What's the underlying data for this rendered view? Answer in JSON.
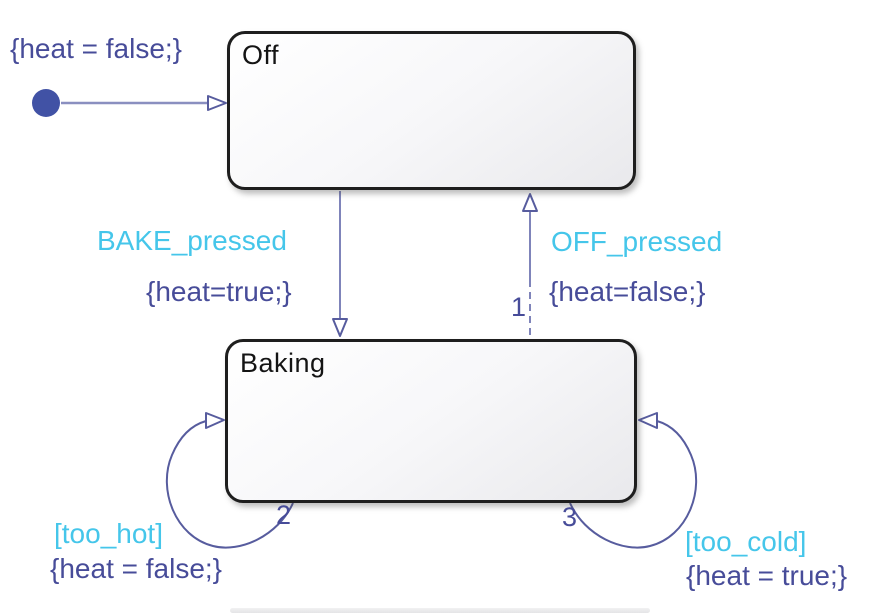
{
  "states": {
    "off": {
      "label": "Off"
    },
    "baking": {
      "label": "Baking"
    }
  },
  "transitions": {
    "initial": {
      "action": "{heat = false;}"
    },
    "bake": {
      "event": "BAKE_pressed",
      "action": "{heat=true;}"
    },
    "off": {
      "event": "OFF_pressed",
      "action": "{heat=false;}",
      "order": "1"
    },
    "too_hot": {
      "condition": "[too_hot]",
      "action": "{heat = false;}",
      "order": "2"
    },
    "too_cold": {
      "condition": "[too_cold]",
      "action": "{heat = true;}",
      "order": "3"
    }
  },
  "colors": {
    "event_text": "#45C6EA",
    "action_text": "#474C99",
    "transition_line": "#7F84BA",
    "loop_line": "#575C9E",
    "initial_dot": "#4152A5",
    "state_border": "#1E1E1E",
    "state_fill_top": "#FFFFFF",
    "state_fill_bottom": "#E9E9EC",
    "background": "#FFFFFF"
  }
}
